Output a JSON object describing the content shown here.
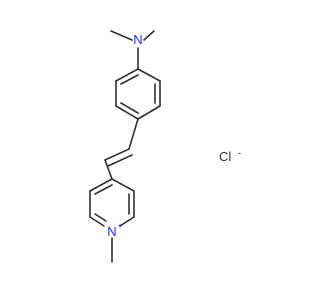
{
  "molecule": {
    "atoms": {
      "n_amine": "N",
      "n_pyridinium": "N",
      "n_pyridinium_charge": "+",
      "chloride": "Cl",
      "chloride_charge": "-"
    },
    "colors": {
      "bond": "#303030",
      "nitrogen": "#2a2aff",
      "chlorine": "#303030"
    }
  }
}
